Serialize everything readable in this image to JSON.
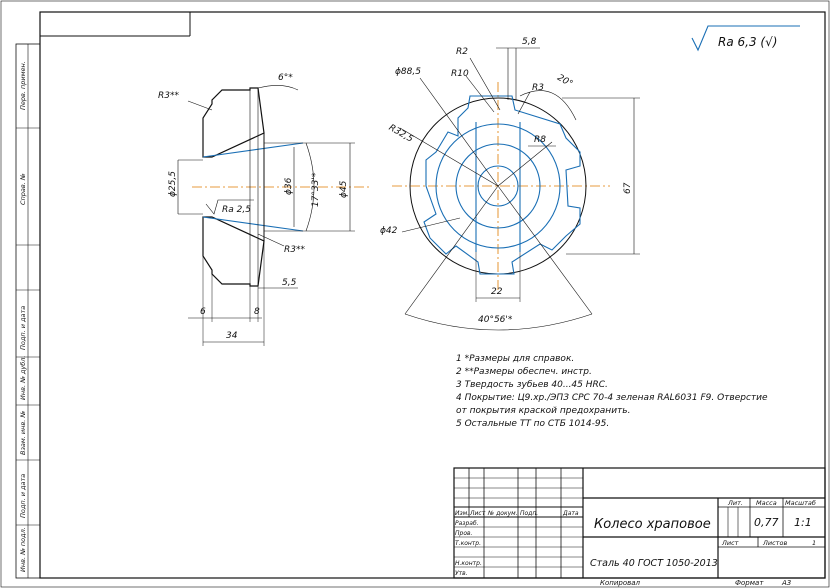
{
  "roughness": {
    "symbol": "Ra 6,3 (√)"
  },
  "side_view": {
    "dims": {
      "r3_top": "R3**",
      "angle_6": "6°*",
      "d25_5": "ϕ25,5",
      "ra_2_5": "Ra 2,5",
      "d36": "ϕ36",
      "taper": "17°33'*",
      "d45": "ϕ45",
      "r3_bot": "R3**",
      "dim_5_5": "5,5",
      "dim_6": "6",
      "dim_8": "8",
      "dim_34": "34"
    }
  },
  "front_view": {
    "dims": {
      "r2": "R2",
      "dim_5_8": "5,8",
      "d88_5": "ϕ88,5",
      "r10": "R10",
      "r3": "R3",
      "angle_20": "20°",
      "r32_5": "R32,5",
      "r8": "R8",
      "dim_67": "67",
      "d42": "ϕ42",
      "dim_22": "22",
      "angle_40": "40°56'*"
    }
  },
  "notes": [
    "1 *Размеры для справок.",
    "2 **Размеры обеспеч. инстр.",
    "3 Твердость зубьев 40...45 HRC.",
    "4 Покрытие: Ц9.хр./ЭПЗ СРС 70-4 зеленая RAL6031 F9. Отверстие",
    "от покрытия краской предохранить.",
    "5 Остальные ТТ по СТБ 1014-95."
  ],
  "side_strip": [
    "Перв. примен.",
    "Справ. №",
    "Подп. и дата",
    "Инв. № дубл.",
    "Взам. инв. №",
    "Подп. и дата",
    "Инв. № подл."
  ],
  "title_block": {
    "part_name": "Колесо храповое",
    "material": "Сталь 40 ГОСТ 1050-2013",
    "hdr_lit": "Лит.",
    "hdr_mass": "Масса",
    "hdr_scale": "Масштаб",
    "mass": "0,77",
    "scale": "1:1",
    "sheet_label": "Лист",
    "sheets_label": "Листов",
    "sheets_value": "1",
    "col_izm": "Изм.",
    "col_list": "Лист",
    "col_doc": "№ докум.",
    "col_sign": "Подп.",
    "col_date": "Дата",
    "role_1": "Разраб.",
    "role_2": "Пров.",
    "role_3": "Т.контр.",
    "role_4": "Н.контр.",
    "role_5": "Утв.",
    "bottom_copied": "Копировал",
    "bottom_format": "Формат",
    "bottom_format_value": "А3"
  }
}
